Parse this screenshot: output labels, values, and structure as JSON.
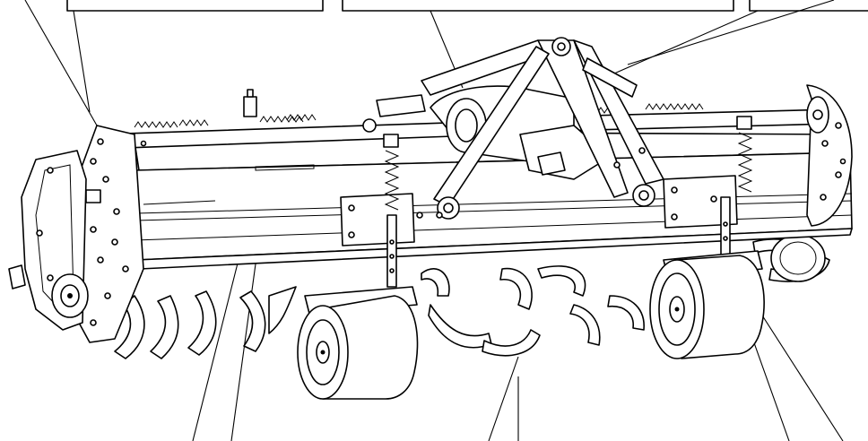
{
  "diagram": {
    "callout_boxes": [
      {
        "id": "top-left",
        "label": ""
      },
      {
        "id": "top-center",
        "label": ""
      },
      {
        "id": "top-right",
        "label": ""
      }
    ],
    "bottom_callouts": [
      {
        "id": "frame",
        "label": ""
      },
      {
        "id": "tines",
        "label": ""
      },
      {
        "id": "gauge-wheel",
        "label": ""
      }
    ]
  }
}
